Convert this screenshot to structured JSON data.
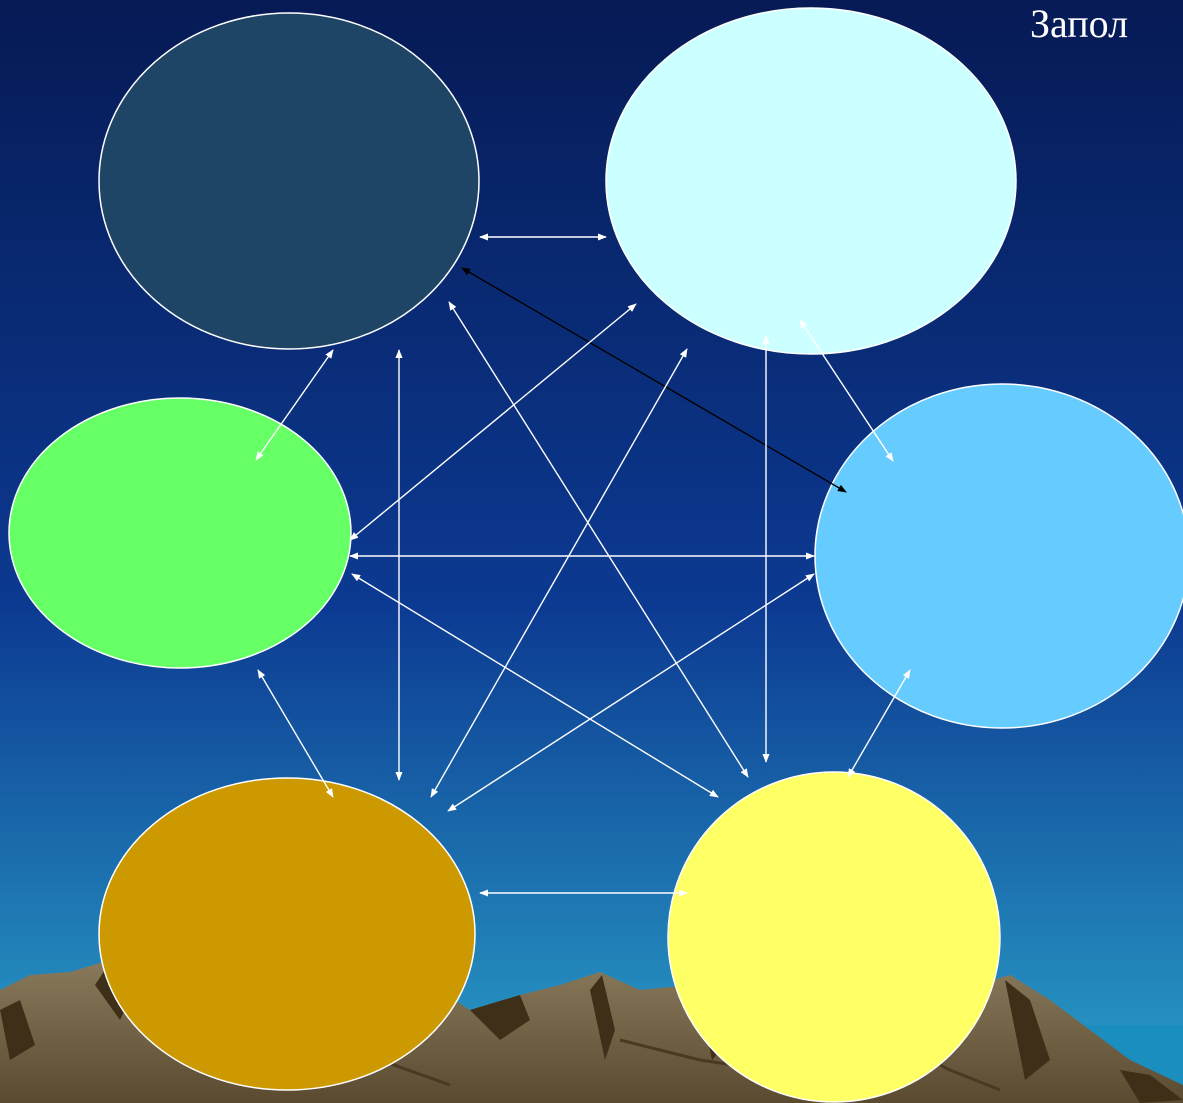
{
  "title": "Запол",
  "colors": {
    "sky_top": "#061a55",
    "sky_mid": "#0c3a92",
    "sky_bottom": "#2aa0c8",
    "mountain": "#7a6a4e",
    "mountain_shadow": "#3e2f18",
    "connector": "#ffffff",
    "highlight_connector": "#000000",
    "node_outline": "#ffffff"
  },
  "nodes": [
    {
      "id": "top-left",
      "fill": "#1e4466"
    },
    {
      "id": "top-right",
      "fill": "#ccffff"
    },
    {
      "id": "middle-left",
      "fill": "#66ff66"
    },
    {
      "id": "middle-right",
      "fill": "#66ccff"
    },
    {
      "id": "bottom-left",
      "fill": "#cc9900"
    },
    {
      "id": "bottom-right",
      "fill": "#ffff66"
    }
  ],
  "connections": [
    {
      "from": "top-left",
      "to": "top-right"
    },
    {
      "from": "top-left",
      "to": "middle-right",
      "highlight": true
    },
    {
      "from": "top-left",
      "to": "middle-left"
    },
    {
      "from": "top-left",
      "to": "bottom-left"
    },
    {
      "from": "top-left",
      "to": "bottom-right"
    },
    {
      "from": "top-right",
      "to": "middle-left"
    },
    {
      "from": "top-right",
      "to": "middle-right"
    },
    {
      "from": "top-right",
      "to": "bottom-left"
    },
    {
      "from": "top-right",
      "to": "bottom-right"
    },
    {
      "from": "middle-left",
      "to": "middle-right"
    },
    {
      "from": "middle-left",
      "to": "bottom-left"
    },
    {
      "from": "middle-left",
      "to": "bottom-right"
    },
    {
      "from": "middle-right",
      "to": "bottom-left"
    },
    {
      "from": "middle-right",
      "to": "bottom-right"
    },
    {
      "from": "bottom-left",
      "to": "bottom-right"
    }
  ]
}
